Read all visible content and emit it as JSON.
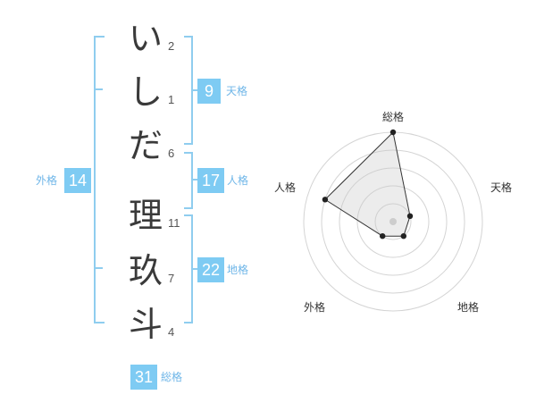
{
  "name": {
    "characters": [
      {
        "char": "い",
        "strokes": "2"
      },
      {
        "char": "し",
        "strokes": "1"
      },
      {
        "char": "だ",
        "strokes": "6"
      },
      {
        "char": "理",
        "strokes": "11"
      },
      {
        "char": "玖",
        "strokes": "7"
      },
      {
        "char": "斗",
        "strokes": "4"
      }
    ]
  },
  "fortune": {
    "tenkaku": {
      "label": "天格",
      "value": "9"
    },
    "jinkaku": {
      "label": "人格",
      "value": "17"
    },
    "chikaku": {
      "label": "地格",
      "value": "22"
    },
    "gaikaku": {
      "label": "外格",
      "value": "14"
    },
    "soukaku": {
      "label": "総格",
      "value": "31"
    }
  },
  "colors": {
    "accent": "#7ecbf3",
    "bracket": "#8fcdef",
    "label": "#6fb6e8"
  },
  "chart_data": {
    "type": "radar",
    "axes": [
      "総格",
      "天格",
      "地格",
      "外格",
      "人格"
    ],
    "values": [
      5,
      1,
      1,
      1,
      4
    ],
    "max": 5,
    "rings": 5
  }
}
